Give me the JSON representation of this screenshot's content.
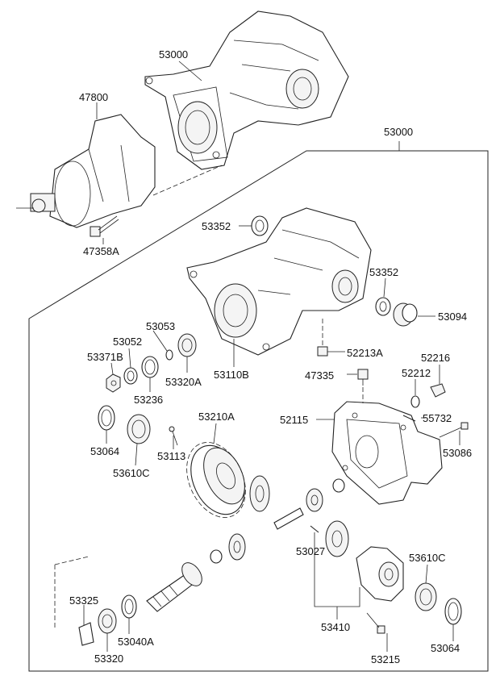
{
  "labels": {
    "assy_top": "53000",
    "assy_box": "53000",
    "l47800": "47800",
    "l47358A": "47358A",
    "l53352_top": "53352",
    "l53352_right": "53352",
    "l53094": "53094",
    "l53053": "53053",
    "l53052": "53052",
    "l53371B": "53371B",
    "l53320A": "53320A",
    "l53110B": "53110B",
    "l53236": "53236",
    "l52213A": "52213A",
    "l52216": "52216",
    "l47335": "47335",
    "l52212": "52212",
    "l52115": "52115",
    "l55732": "55732",
    "l53086": "53086",
    "l53064_left": "53064",
    "l53610C_left": "53610C",
    "l53113": "53113",
    "l53210A": "53210A",
    "l53027": "53027",
    "l53610C_right": "53610C",
    "l53410": "53410",
    "l53064_right": "53064",
    "l53215": "53215",
    "l53325": "53325",
    "l53320": "53320",
    "l53040A": "53040A"
  }
}
